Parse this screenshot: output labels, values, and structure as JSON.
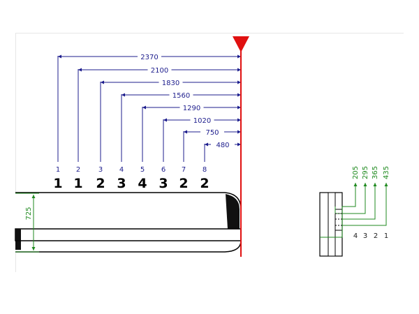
{
  "colors": {
    "dimension": "#1c1c8c",
    "marker": "#e01010",
    "green_dimension": "#1f8a1f",
    "outline": "#000000"
  },
  "icons": {
    "marker": "red-triangle-marker-icon"
  },
  "reference_line": {
    "dimensions": [
      {
        "index": "1",
        "distance": "2370",
        "quantity": "1"
      },
      {
        "index": "2",
        "distance": "2100",
        "quantity": "1"
      },
      {
        "index": "3",
        "distance": "1830",
        "quantity": "2"
      },
      {
        "index": "4",
        "distance": "1560",
        "quantity": "3"
      },
      {
        "index": "5",
        "distance": "1290",
        "quantity": "4"
      },
      {
        "index": "6",
        "distance": "1020",
        "quantity": "3"
      },
      {
        "index": "7",
        "distance": "750",
        "quantity": "2"
      },
      {
        "index": "8",
        "distance": "480",
        "quantity": "2"
      }
    ]
  },
  "profile": {
    "height_label": "725"
  },
  "detail": {
    "depths": [
      "205",
      "295",
      "365",
      "435"
    ],
    "positions": [
      "4",
      "3",
      "2",
      "1"
    ]
  }
}
